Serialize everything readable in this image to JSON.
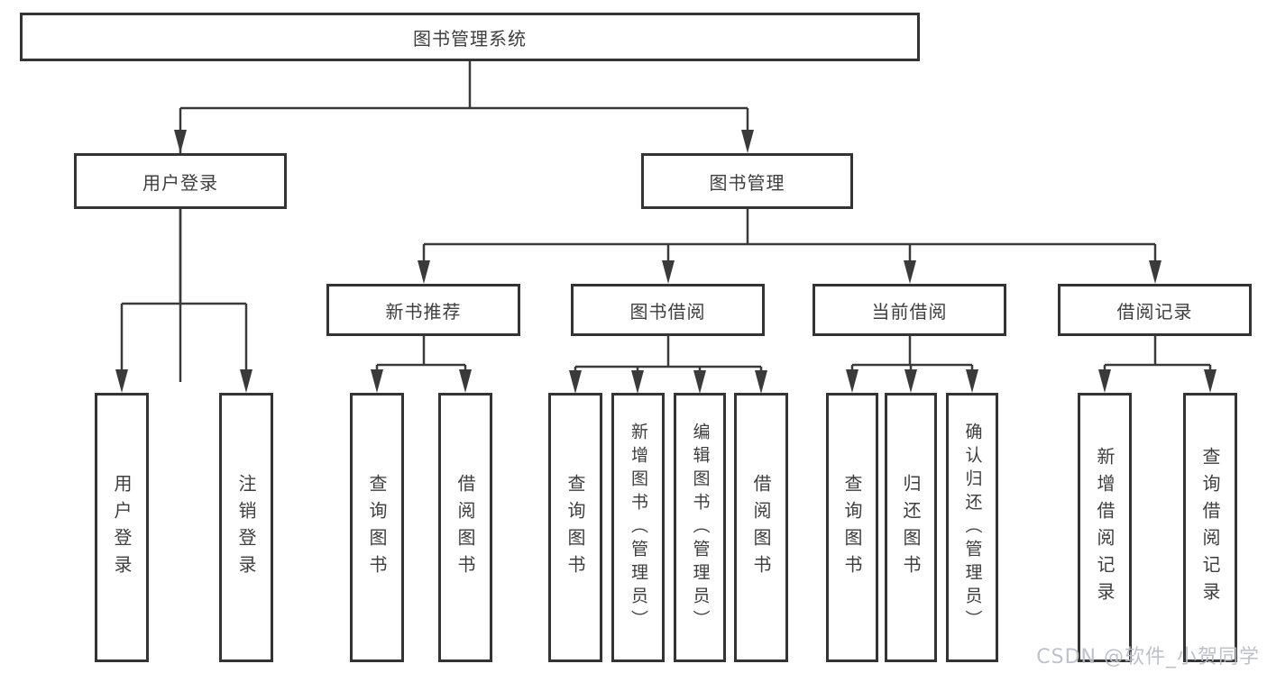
{
  "diagram": {
    "title": "图书管理系统",
    "level2": {
      "user_login": "用户登录",
      "book_mgmt": "图书管理"
    },
    "level3": {
      "new_book_rec": "新书推荐",
      "book_borrow": "图书借阅",
      "current_borrow": "当前借阅",
      "borrow_records": "借阅记录"
    },
    "leaves": {
      "g1": [
        "用户登录",
        "注销登录"
      ],
      "g2": [
        "查询图书",
        "借阅图书"
      ],
      "g3": [
        "查询图书",
        "新增图书（管理员）",
        "编辑图书（管理员）",
        "借阅图书"
      ],
      "g4": [
        "查询图书",
        "归还图书",
        "确认归还（管理员）"
      ],
      "g5": [
        "新增借阅记录",
        "查询借阅记录"
      ]
    }
  },
  "watermark": "CSDN @软件_小贺同学",
  "colors": {
    "line": "#3a3a3a",
    "border": "#343434",
    "text": "#3e3e3e",
    "watermark": "#b9bec8",
    "background": "#ffffff"
  }
}
